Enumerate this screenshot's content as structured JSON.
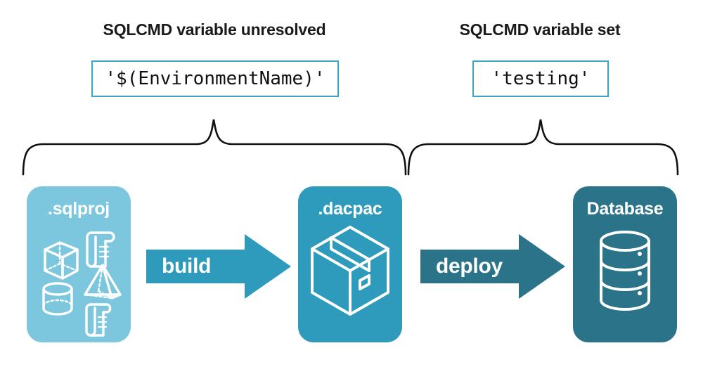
{
  "diagram": {
    "title_left": "SQLCMD variable unresolved",
    "title_right": "SQLCMD variable set",
    "code_left": "'$(EnvironmentName)'",
    "code_right": "'testing'",
    "colors": {
      "sqlproj": "#7CC7DD",
      "dacpac": "#2E9BBD",
      "database": "#2A7388",
      "code_border": "#3AA6C6",
      "brace": "#111111",
      "text": "#1a1a1a",
      "card_text": "#ffffff"
    },
    "stages": [
      {
        "id": "sqlproj",
        "label": ".sqlproj",
        "icons": [
          "cube-icon",
          "scroll-icon",
          "pyramid-icon",
          "cylinder-icon",
          "scroll-icon"
        ]
      },
      {
        "id": "dacpac",
        "label": ".dacpac",
        "icons": [
          "package-box-icon"
        ]
      },
      {
        "id": "database",
        "label": "Database",
        "icons": [
          "database-cylinder-icon"
        ]
      }
    ],
    "arrows": [
      {
        "id": "build",
        "label": "build"
      },
      {
        "id": "deploy",
        "label": "deploy"
      }
    ],
    "braces": [
      {
        "id": "brace-left",
        "spans": ".sqlproj through .dacpac"
      },
      {
        "id": "brace-right",
        "spans": ".dacpac through Database"
      }
    ]
  }
}
